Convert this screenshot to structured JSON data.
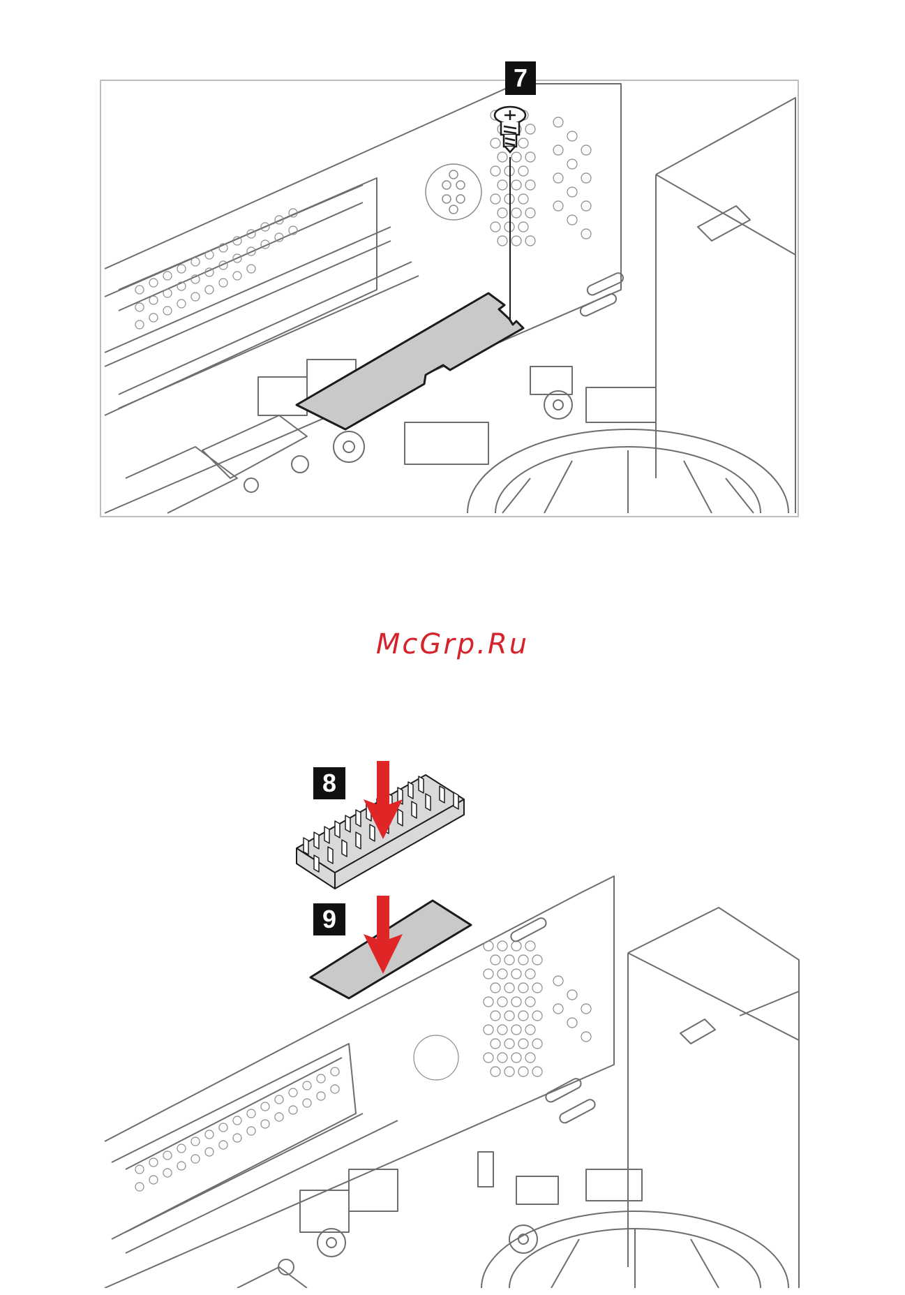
{
  "callouts": {
    "screw": "7",
    "heat_sink": "8",
    "thermal_pad": "9"
  },
  "watermark": "McGrp.Ru",
  "colors": {
    "line": "#555555",
    "part_fill": "#c9c9c9",
    "arrow": "#e02526",
    "callout_bg": "#111111",
    "watermark": "#d4232b"
  }
}
